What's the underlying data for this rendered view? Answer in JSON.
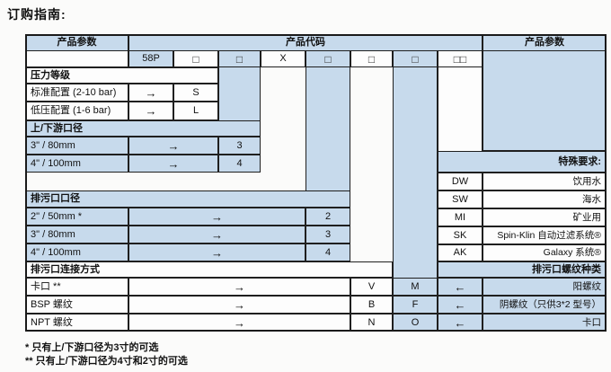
{
  "title": "订购指南:",
  "colors": {
    "cell_blue": "#c7daec",
    "cell_white": "#fdfdfd",
    "border": "#1f1f1f"
  },
  "header": {
    "param_left": "产品参数",
    "code": "产品代码",
    "param_right": "产品参数"
  },
  "code_row": {
    "model": "58P",
    "box": "□",
    "x": "X",
    "box_double": "□□"
  },
  "arrows": {
    "right": "→",
    "left": "←"
  },
  "sections": {
    "pressure": {
      "title": "压力等级",
      "rows": [
        {
          "label": "标准配置 (2-10 bar)",
          "code": "S"
        },
        {
          "label": "低压配置 (1-6 bar)",
          "code": "L"
        }
      ]
    },
    "updown": {
      "title": "上/下游口径",
      "rows": [
        {
          "label": "3\" / 80mm",
          "code": "3"
        },
        {
          "label": "4\" / 100mm",
          "code": "4"
        }
      ]
    },
    "drain_size": {
      "title": "排污口口径",
      "rows": [
        {
          "label": "2\" / 50mm *",
          "code": "2"
        },
        {
          "label": "3\" / 80mm",
          "code": "3"
        },
        {
          "label": "4\" / 100mm",
          "code": "4"
        }
      ]
    },
    "drain_conn": {
      "title": "排污口连接方式",
      "rows": [
        {
          "label": "卡口 **",
          "code1": "V",
          "code2": "M",
          "desc": "阳螺纹"
        },
        {
          "label": "BSP 螺纹",
          "code1": "B",
          "code2": "F",
          "desc": "阴螺纹（只供3*2 型号）"
        },
        {
          "label": "NPT 螺纹",
          "code1": "N",
          "code2": "O",
          "desc": "卡口"
        }
      ]
    }
  },
  "special": {
    "title": "特殊要求:",
    "rows": [
      {
        "code": "DW",
        "label": "饮用水"
      },
      {
        "code": "SW",
        "label": "海水"
      },
      {
        "code": "MI",
        "label": "矿业用"
      },
      {
        "code": "SK",
        "label": "Spin-Klin 自动过滤系统®"
      },
      {
        "code": "AK",
        "label": "Galaxy 系统®"
      }
    ]
  },
  "thread_header": "排污口螺纹种类",
  "footnotes": [
    "* 只有上/下游口径为3寸的可选",
    "** 只有上/下游口径为4寸和2寸的可选"
  ]
}
